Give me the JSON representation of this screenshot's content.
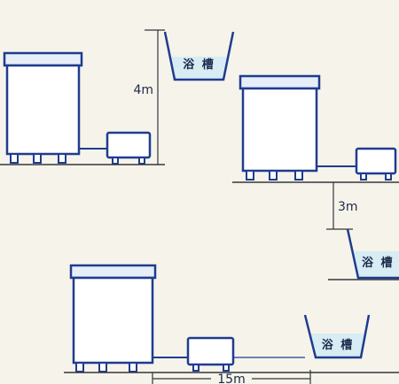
{
  "diagram": {
    "bathtub_label": "浴 槽",
    "scenarios": [
      {
        "id": "above",
        "distance_label": "4m"
      },
      {
        "id": "below",
        "distance_label": "3m"
      },
      {
        "id": "horizontal",
        "distance_label": "15m"
      }
    ]
  },
  "colors": {
    "outline": "#1f3c8f",
    "tank_top": "#e6eef8",
    "water": "#d7ecf3",
    "ground": "#33363d",
    "background": "#f6f3ea"
  }
}
